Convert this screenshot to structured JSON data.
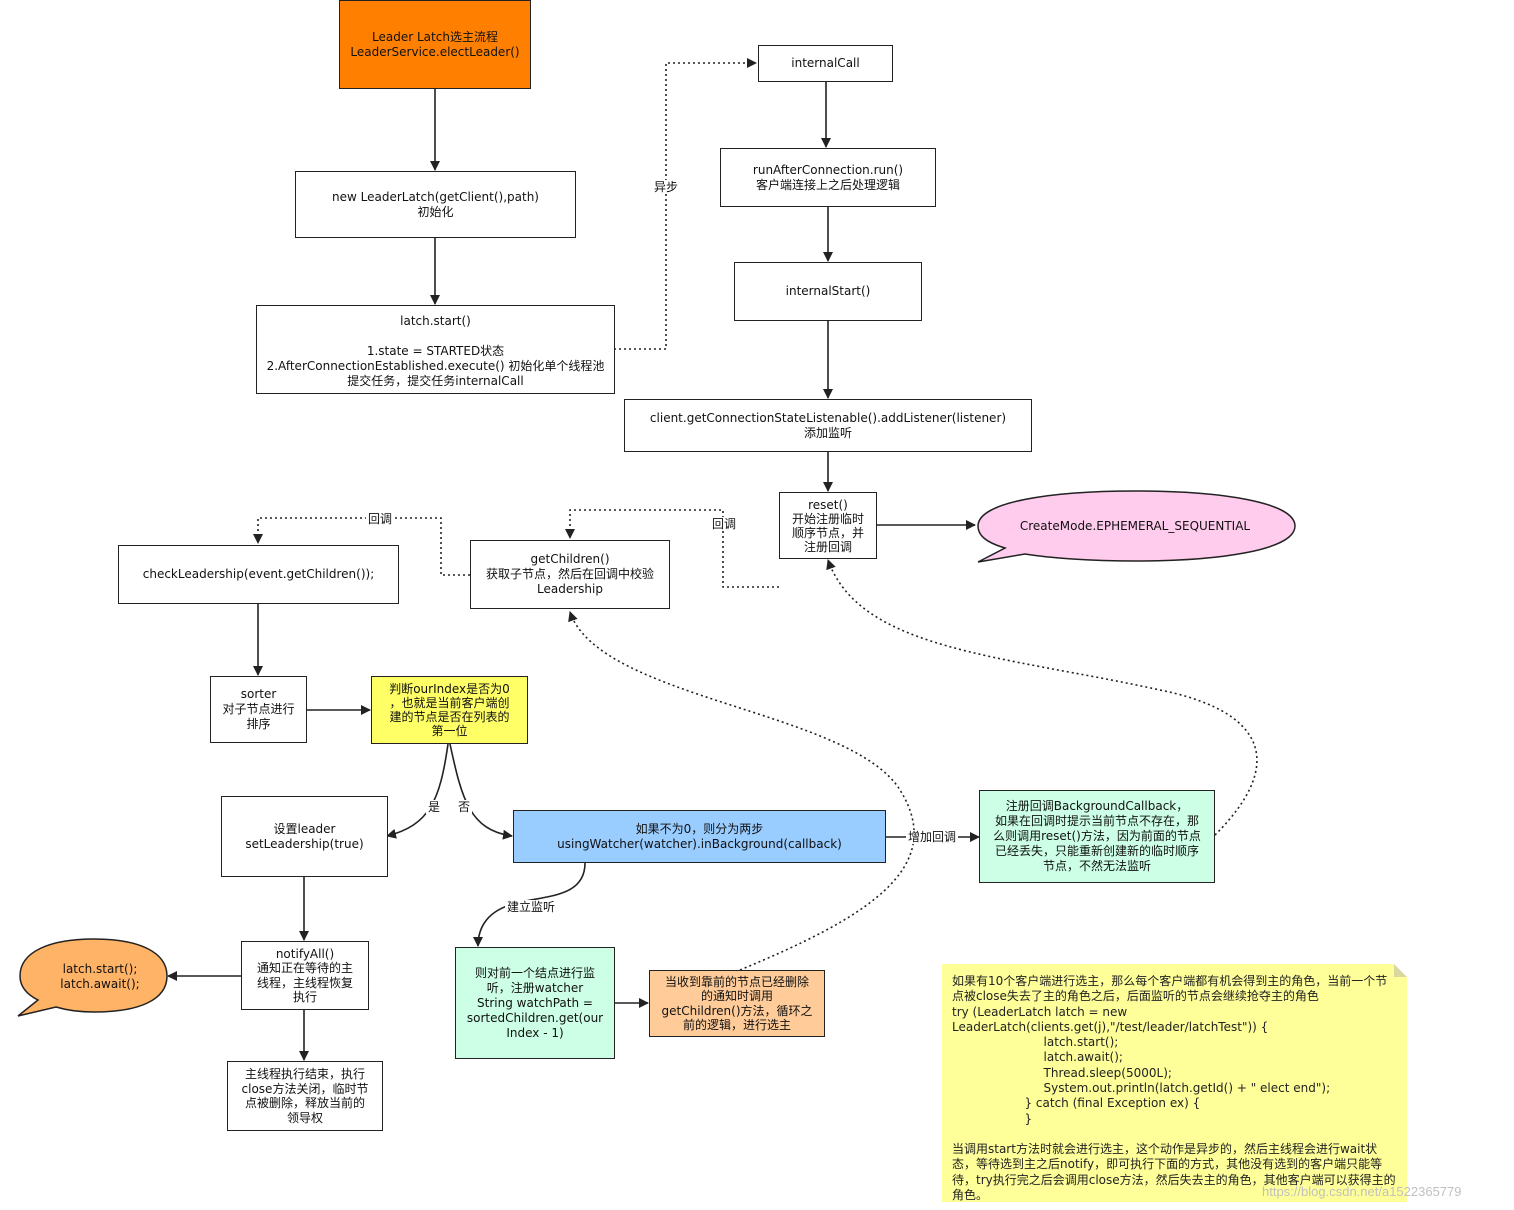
{
  "colors": {
    "start_fill": "#ff8000",
    "decision_fill": "#ffff66",
    "action_fill": "#99ccff",
    "callback_fill": "#ccffe6",
    "notify_fill": "#ffcc99",
    "bubble_pink": "#ffccee",
    "bubble_orange": "#ffb366",
    "note_fill": "#ffff99"
  },
  "nodes": {
    "start": [
      "Leader Latch选主流程",
      "LeaderService.electLeader()"
    ],
    "new_latch": [
      "new LeaderLatch(getClient(),path)",
      "初始化"
    ],
    "latch_start": [
      "latch.start()",
      "",
      "1.state = STARTED状态",
      "2.AfterConnectionEstablished.execute() 初始化单个线程池",
      "提交任务，提交任务internalCall"
    ],
    "internal_call": [
      "internalCall"
    ],
    "run_after": [
      "runAfterConnection.run()",
      "客户端连接上之后处理逻辑"
    ],
    "internal_start": [
      "internalStart()"
    ],
    "add_listener": [
      "client.getConnectionStateListenable().addListener(listener)",
      "添加监听"
    ],
    "reset": [
      "reset()",
      "开始注册临时",
      "顺序节点，并",
      "注册回调"
    ],
    "ephemeral": [
      "CreateMode.EPHEMERAL_SEQUENTIAL"
    ],
    "check_leadership": [
      "checkLeadership(event.getChildren());"
    ],
    "get_children": [
      "getChildren()",
      "获取子节点，然后在回调中校验",
      "Leadership"
    ],
    "sorter": [
      "sorter",
      "对子节点进行",
      "排序"
    ],
    "judge": [
      "判断ourIndex是否为0",
      "，也就是当前客户端创",
      "建的节点是否在列表的",
      "第一位"
    ],
    "set_leader": [
      "设置leader",
      "setLeadership(true)"
    ],
    "not_zero": [
      "如果不为0，则分为两步",
      "usingWatcher(watcher).inBackground(callback)"
    ],
    "register_callback": [
      "注册回调BackgroundCallback，",
      "如果在回调时提示当前节点不存在，那",
      "么则调用reset()方法，因为前面的节点",
      "已经丢失，只能重新创建新的临时顺序",
      "节点，不然无法监听"
    ],
    "notify_all": [
      "notifyAll()",
      "通知正在等待的主",
      "线程，主线程恢复",
      "执行"
    ],
    "latch_await": [
      "latch.start();",
      "latch.await();"
    ],
    "watch_prev": [
      "则对前一个结点进行监",
      "听，注册watcher",
      "String watchPath =",
      "sortedChildren.get(our",
      "Index - 1)"
    ],
    "notify_deleted": [
      "当收到靠前的节点已经删除",
      "的通知时调用",
      "getChildren()方法，循环之",
      "前的逻辑，进行选主"
    ],
    "main_end": [
      "主线程执行结束，执行",
      "close方法关闭，临时节",
      "点被删除，释放当前的",
      "领导权"
    ]
  },
  "edge_labels": {
    "async": "异步",
    "callback_1": "回调",
    "callback_2": "回调",
    "yes": "是",
    "no": "否",
    "add_callback": "增加回调",
    "build_watch": "建立监听"
  },
  "note": {
    "lines_a": [
      "如果有10个客户端进行选主，那么每个客户端都有机会得到主的角色，当前一个节点被close失去了主的角色之后，后面监听的节点会继续抢夺主的角色"
    ],
    "code": [
      "try (LeaderLatch latch = new",
      "LeaderLatch(clients.get(j),\"/test/leader/latchTest\")) {",
      "                        latch.start();",
      "                        latch.await();",
      "                        Thread.sleep(5000L);",
      "                        System.out.println(latch.getId() + \" elect end\");",
      "                   } catch (final Exception ex) {",
      "                   }"
    ],
    "lines_b": [
      "当调用start方法时就会进行选主，这个动作是异步的，然后主线程会进行wait状态，等待选到主之后notify，即可执行下面的方式，其他没有选到的客户端只能等待，try执行完之后会调用close方法，然后失去主的角色，其他客户端可以获得主的角色。"
    ]
  },
  "watermark": "https://blog.csdn.net/a1522365779"
}
